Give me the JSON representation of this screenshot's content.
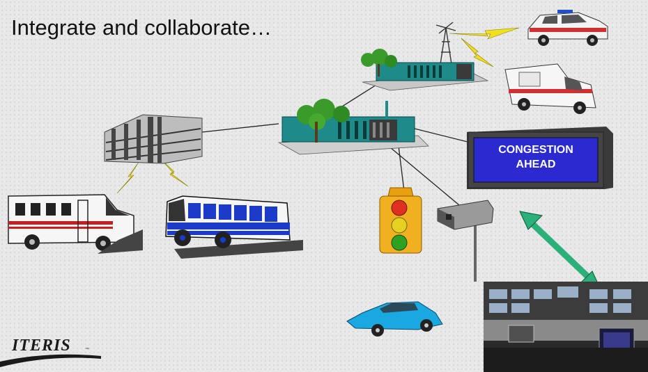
{
  "slide": {
    "title": "Integrate and collaborate…"
  },
  "sign": {
    "line1": "CONGESTION",
    "line2": "AHEAD"
  },
  "logo": {
    "text": "ITERIS",
    "mark": "™"
  },
  "colors": {
    "background": "#e8e8e8",
    "sign_face": "#2a2ad0",
    "sign_frame": "#3a3a3a",
    "link_arrow": "#2cb07a",
    "bus_blue": "#1a3cc8",
    "car_blue": "#1aa8e0",
    "tree_green": "#3a9a2a",
    "building_teal": "#1e8a8a",
    "wireless_yellow": "#f0e020"
  },
  "icons": [
    "parking-garage-icon",
    "traffic-center-building-icon",
    "emergency-dispatch-building-icon",
    "radio-tower-icon",
    "police-car-icon",
    "ambulance-icon",
    "shuttle-bus-icon",
    "transit-bus-icon",
    "traffic-light-icon",
    "traffic-camera-icon",
    "passenger-car-icon",
    "control-room-photo-icon",
    "message-sign-icon",
    "lightning-bolt-icon",
    "double-arrow-icon"
  ]
}
